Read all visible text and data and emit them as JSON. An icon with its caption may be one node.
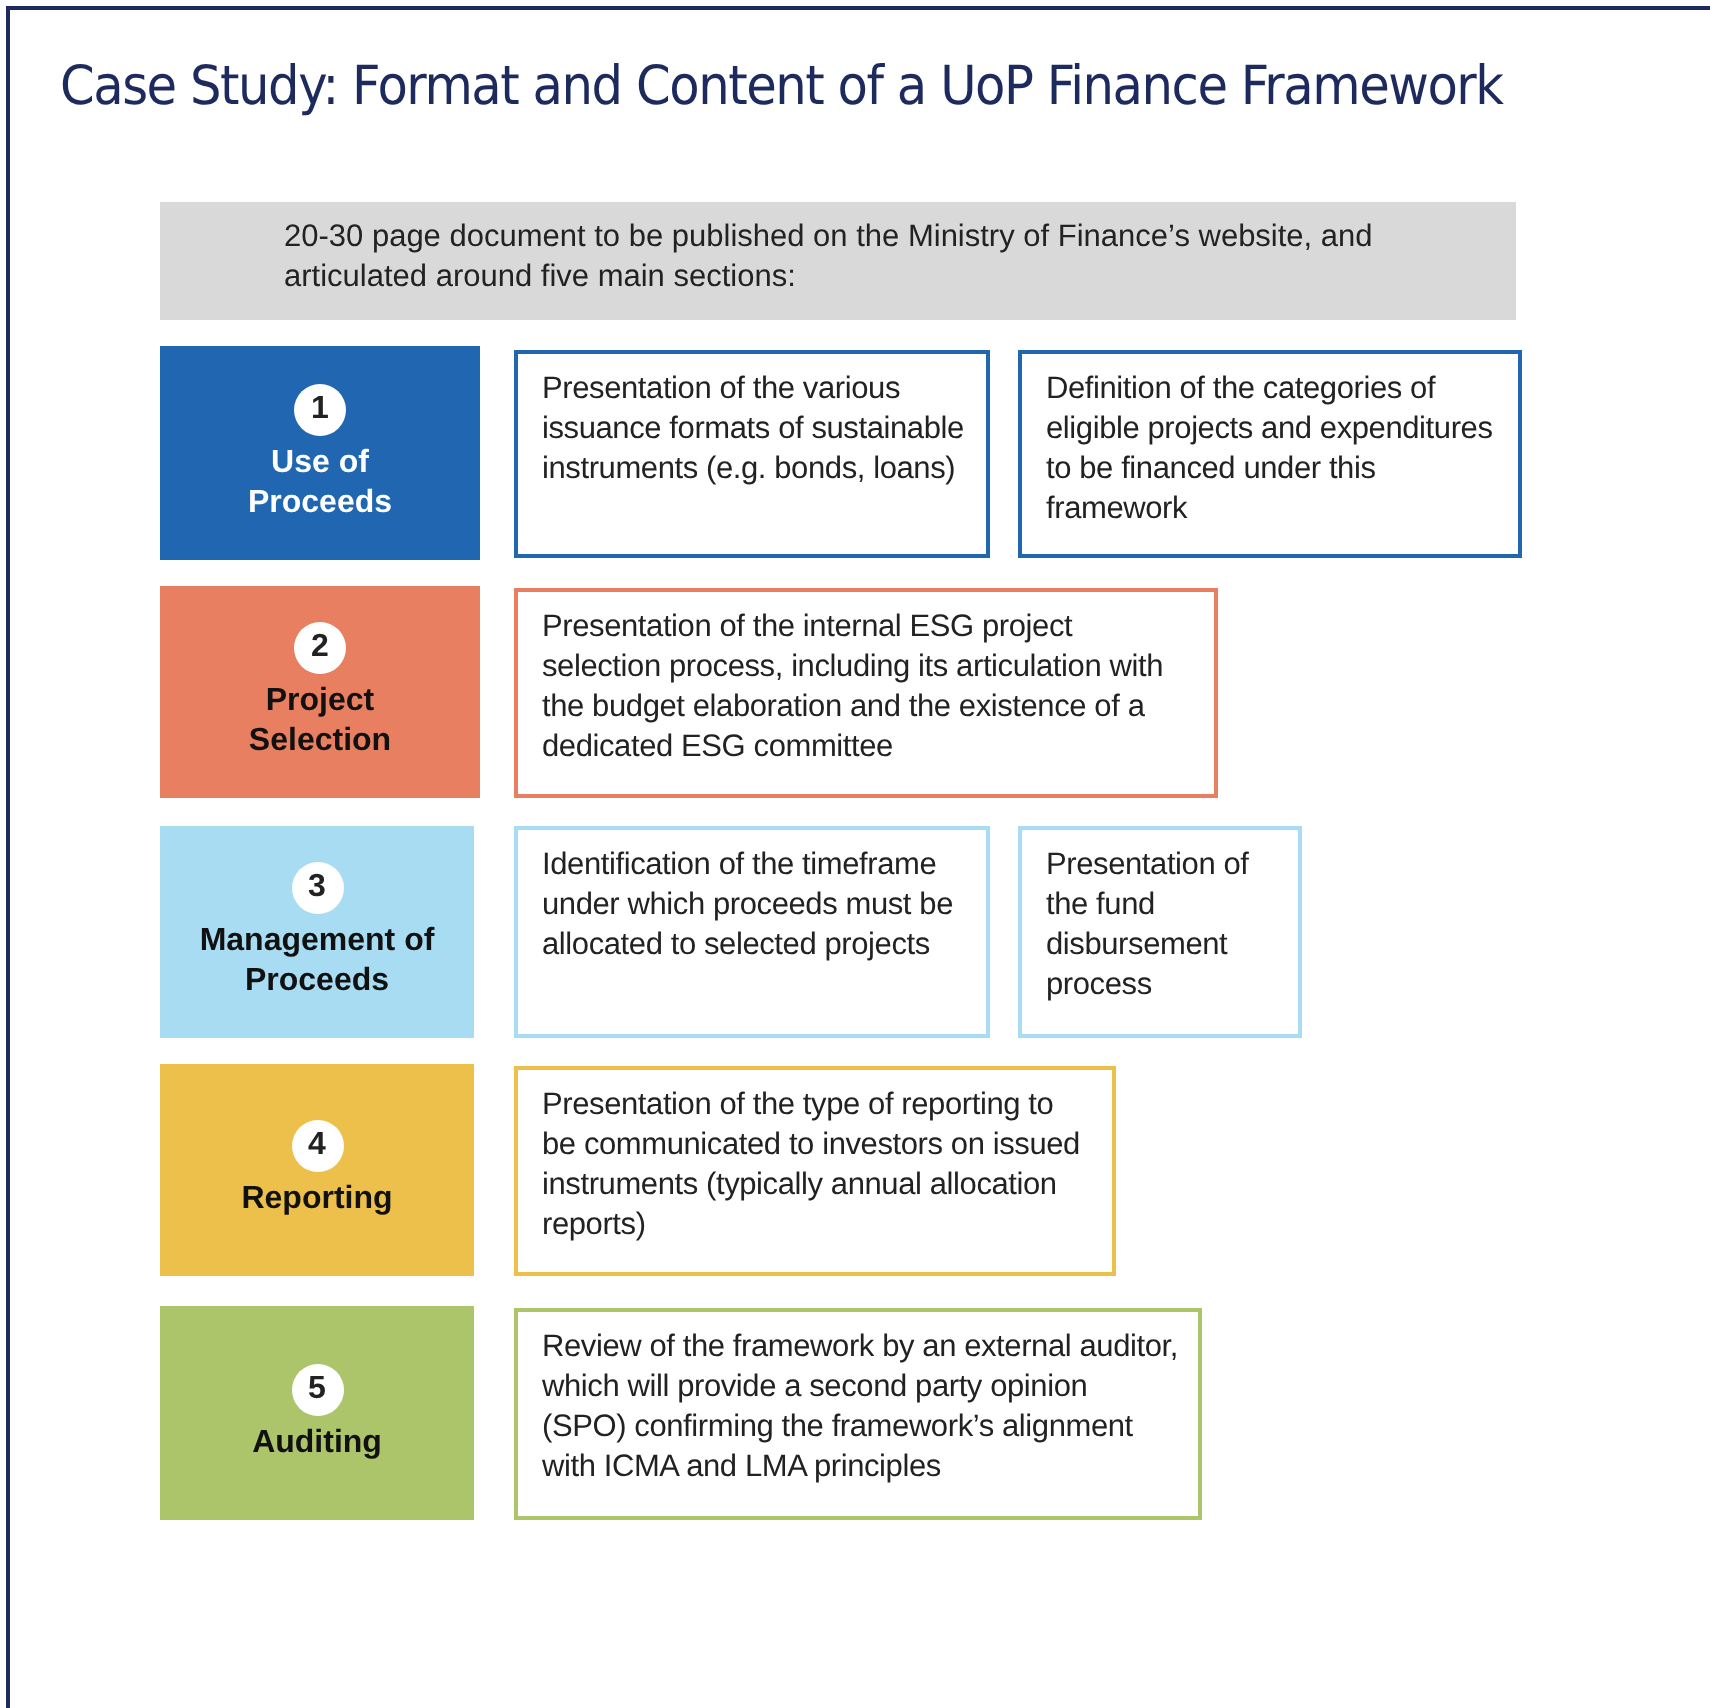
{
  "diagram": {
    "title": "Case Study: Format and Content of a UoP Finance Framework",
    "nodes": [
      {
        "text": [
          "20-30 page document to be published on the Ministry of Finance’s website, and articulated around five main sections:"
        ]
      },
      {
        "text": [
          "1",
          "Use of Proceeds"
        ]
      },
      {
        "text": [
          "Presentation of the various issuance formats of sustainable instruments (e.g. bonds, loans)"
        ]
      },
      {
        "text": [
          "Definition of the categories of eligible projects and expenditures to be financed under this framework"
        ]
      },
      {
        "text": [
          "2",
          "Project Selection"
        ]
      },
      {
        "text": [
          "Presentation of the internal ESG project selection process, including its articulation with the budget elaboration and the existence of a dedicated ESG committee"
        ]
      },
      {
        "text": [
          "3",
          "Management of Proceeds"
        ]
      },
      {
        "text": [
          "Identification of the timeframe under which proceeds must be allocated to selected projects"
        ]
      },
      {
        "text": [
          "Presentation of the fund disbursement process"
        ]
      },
      {
        "text": [
          "4",
          "Reporting"
        ]
      },
      {
        "text": [
          "Presentation of the type of reporting to be communicated to investors on issued instruments (typically annual allocation reports)"
        ]
      },
      {
        "text": [
          "5",
          "Auditing"
        ]
      },
      {
        "text": [
          "Review of the framework by an external auditor, which will provide a second party opinion (SPO) confirming the framework’s alignment with ICMA and LMA principles"
        ]
      }
    ]
  }
}
